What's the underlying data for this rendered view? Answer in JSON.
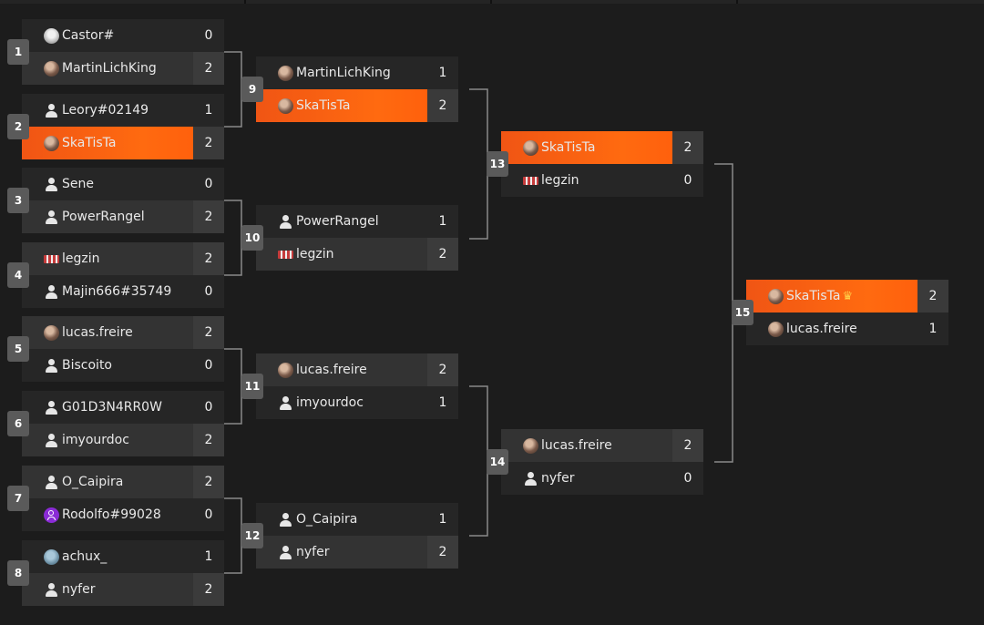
{
  "colors": {
    "background": "#1c1c1c",
    "winner_gradient": "#ff6a10",
    "row": "#262626",
    "row_alt": "#333333",
    "badge": "#5a5a5a"
  },
  "rounds": [
    {
      "matches": [
        {
          "number": "1",
          "players": [
            {
              "name": "Castor#",
              "score": "0",
              "avatar": "photo2",
              "winner": false
            },
            {
              "name": "MartinLichKing",
              "score": "2",
              "avatar": "photo",
              "winner": false
            }
          ]
        },
        {
          "number": "2",
          "players": [
            {
              "name": "Leory#02149",
              "score": "1",
              "avatar": "silhouette-icon",
              "winner": false
            },
            {
              "name": "SkaTisTa",
              "score": "2",
              "avatar": "photo",
              "winner": true
            }
          ]
        },
        {
          "number": "3",
          "players": [
            {
              "name": "Sene",
              "score": "0",
              "avatar": "silhouette-icon",
              "winner": false
            },
            {
              "name": "PowerRangel",
              "score": "2",
              "avatar": "silhouette-icon",
              "winner": false
            }
          ]
        },
        {
          "number": "4",
          "players": [
            {
              "name": "legzin",
              "score": "2",
              "avatar": "flag",
              "winner": false
            },
            {
              "name": "Majin666#35749",
              "score": "0",
              "avatar": "silhouette-icon",
              "winner": false
            }
          ]
        },
        {
          "number": "5",
          "players": [
            {
              "name": "lucas.freire",
              "score": "2",
              "avatar": "photo",
              "winner": false
            },
            {
              "name": "Biscoito",
              "score": "0",
              "avatar": "silhouette-icon",
              "winner": false
            }
          ]
        },
        {
          "number": "6",
          "players": [
            {
              "name": "G01D3N4RR0W",
              "score": "0",
              "avatar": "silhouette-icon",
              "winner": false
            },
            {
              "name": "imyourdoc",
              "score": "2",
              "avatar": "silhouette-icon",
              "winner": false
            }
          ]
        },
        {
          "number": "7",
          "players": [
            {
              "name": "O_Caipira",
              "score": "2",
              "avatar": "silhouette-icon",
              "winner": false
            },
            {
              "name": "Rodolfo#99028",
              "score": "0",
              "avatar": "purple",
              "winner": false
            }
          ]
        },
        {
          "number": "8",
          "players": [
            {
              "name": "achux_",
              "score": "1",
              "avatar": "photo3",
              "winner": false
            },
            {
              "name": "nyfer",
              "score": "2",
              "avatar": "silhouette-icon",
              "winner": false
            }
          ]
        }
      ]
    },
    {
      "matches": [
        {
          "number": "9",
          "players": [
            {
              "name": "MartinLichKing",
              "score": "1",
              "avatar": "photo",
              "winner": false
            },
            {
              "name": "SkaTisTa",
              "score": "2",
              "avatar": "photo",
              "winner": true
            }
          ]
        },
        {
          "number": "10",
          "players": [
            {
              "name": "PowerRangel",
              "score": "1",
              "avatar": "silhouette-icon",
              "winner": false
            },
            {
              "name": "legzin",
              "score": "2",
              "avatar": "flag",
              "winner": false
            }
          ]
        },
        {
          "number": "11",
          "players": [
            {
              "name": "lucas.freire",
              "score": "2",
              "avatar": "photo",
              "winner": false
            },
            {
              "name": "imyourdoc",
              "score": "1",
              "avatar": "silhouette-icon",
              "winner": false
            }
          ]
        },
        {
          "number": "12",
          "players": [
            {
              "name": "O_Caipira",
              "score": "1",
              "avatar": "silhouette-icon",
              "winner": false
            },
            {
              "name": "nyfer",
              "score": "2",
              "avatar": "silhouette-icon",
              "winner": false
            }
          ]
        }
      ]
    },
    {
      "matches": [
        {
          "number": "13",
          "players": [
            {
              "name": "SkaTisTa",
              "score": "2",
              "avatar": "photo",
              "winner": true
            },
            {
              "name": "legzin",
              "score": "0",
              "avatar": "flag",
              "winner": false
            }
          ]
        },
        {
          "number": "14",
          "players": [
            {
              "name": "lucas.freire",
              "score": "2",
              "avatar": "photo",
              "winner": false
            },
            {
              "name": "nyfer",
              "score": "0",
              "avatar": "silhouette-icon",
              "winner": false
            }
          ]
        }
      ]
    },
    {
      "matches": [
        {
          "number": "15",
          "players": [
            {
              "name": "SkaTisTa",
              "score": "2",
              "avatar": "photo",
              "winner": true,
              "champion_icon": "crown-icon"
            },
            {
              "name": "lucas.freire",
              "score": "1",
              "avatar": "photo",
              "winner": false
            }
          ]
        }
      ]
    }
  ]
}
